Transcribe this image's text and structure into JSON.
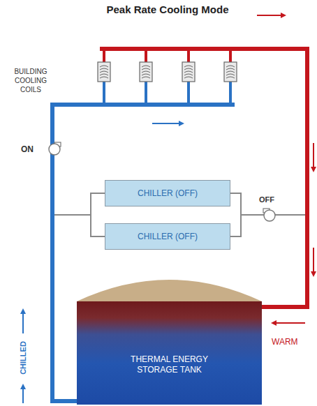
{
  "diagram": {
    "title": "Peak Rate Cooling Mode",
    "nodes": [
      {
        "text": [
          "CHILLER (OFF)"
        ]
      },
      {
        "text": [
          "CHILLER (OFF)"
        ]
      },
      {
        "text": [
          "THERMAL ENERGY STORAGE TANK"
        ]
      }
    ],
    "labels": [
      "BUILDING COOLING COILS",
      "ON",
      "OFF",
      "CHILLED",
      "WARM"
    ]
  }
}
